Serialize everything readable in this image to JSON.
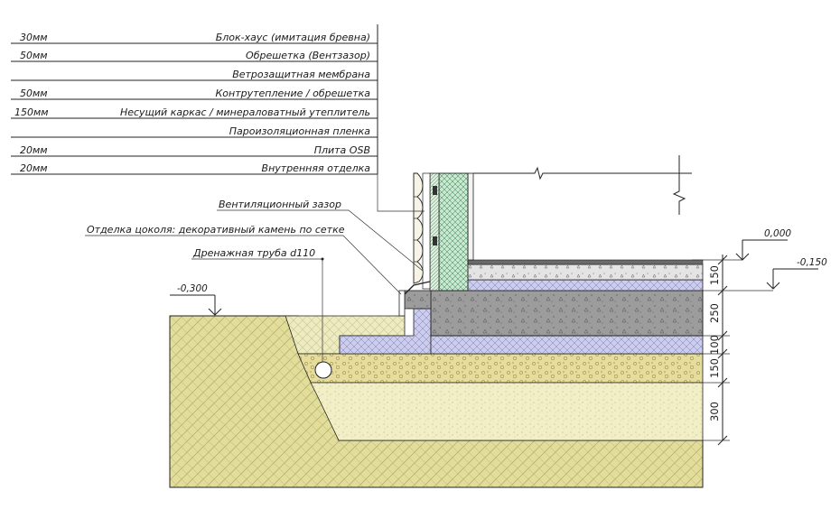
{
  "legend": [
    {
      "thickness": "30мм",
      "label": "Блок-хаус (имитация бревна)"
    },
    {
      "thickness": "50мм",
      "label": "Обрешетка (Вентзазор)"
    },
    {
      "thickness": "",
      "label": "Ветрозащитная мембрана"
    },
    {
      "thickness": "50мм",
      "label": "Контрутепление / обрешетка"
    },
    {
      "thickness": "150мм",
      "label": "Несущий каркас / минераловатный утеплитель"
    },
    {
      "thickness": "",
      "label": "Пароизоляционная пленка"
    },
    {
      "thickness": "20мм",
      "label": "Плита OSB"
    },
    {
      "thickness": "20мм",
      "label": "Внутренняя отделка"
    }
  ],
  "callouts": {
    "vent_gap": "Вентиляционный зазор",
    "plinth": "Отделка цоколя: декоративный камень по сетке",
    "drain": "Дренажная труба d110"
  },
  "levels": {
    "ground": "-0,300",
    "floor": "0,000",
    "slab": "-0,150"
  },
  "dimensions": [
    "150",
    "250",
    "100",
    "150",
    "300"
  ],
  "colors": {
    "soil": "#e2dd9a",
    "sand": "#f2efc6",
    "gravel": "#e6dc9c",
    "concrete": "#9c9c9c",
    "screed": "#e4e4e4",
    "insulation": "#ccccec",
    "wall_green": "#c8e8d0",
    "line": "#222222"
  }
}
